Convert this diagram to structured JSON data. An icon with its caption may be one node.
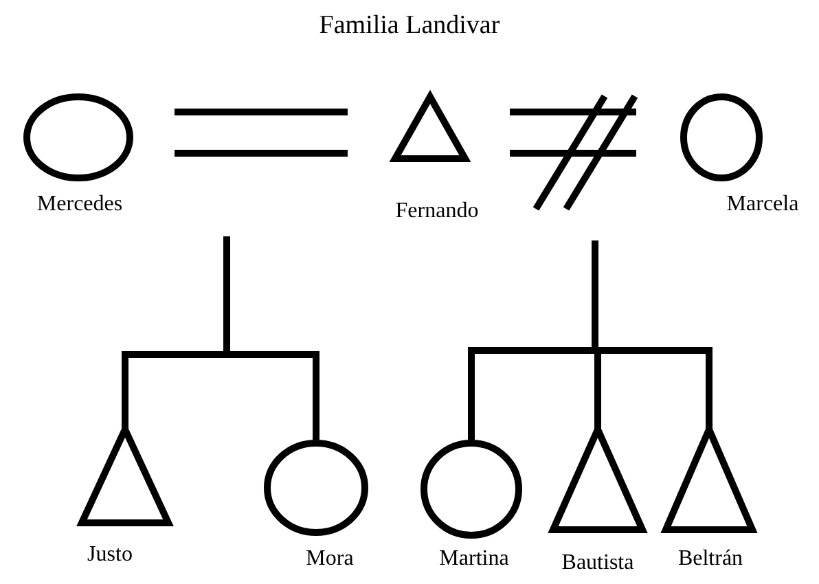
{
  "diagram": {
    "title": "Familia Landivar",
    "nodes": [
      {
        "text": [],
        "shape": "circle",
        "beside": [
          "Mercedes"
        ]
      },
      {
        "text": [],
        "shape": "triangle",
        "beside": [
          "Fernando"
        ]
      },
      {
        "text": [],
        "shape": "circle",
        "beside": [
          "Marcela"
        ]
      },
      {
        "text": [],
        "shape": "triangle",
        "beside": [
          "Justo"
        ]
      },
      {
        "text": [],
        "shape": "circle",
        "beside": [
          "Mora"
        ]
      },
      {
        "text": [],
        "shape": "circle",
        "beside": [
          "Martina"
        ]
      },
      {
        "text": [],
        "shape": "triangle",
        "beside": [
          "Bautista"
        ]
      },
      {
        "text": [],
        "shape": "triangle",
        "beside": [
          "Beltrán"
        ]
      }
    ],
    "edges": [
      {
        "from": 0,
        "to": 1,
        "arrow": "none"
      },
      {
        "from": 1,
        "to": 2,
        "arrow": "none"
      },
      {
        "from": null,
        "to": 3,
        "arrow": "none"
      },
      {
        "from": null,
        "to": 4,
        "arrow": "none"
      },
      {
        "from": null,
        "to": 5,
        "arrow": "none"
      },
      {
        "from": null,
        "to": 6,
        "arrow": "none"
      },
      {
        "from": null,
        "to": 7,
        "arrow": "none"
      }
    ]
  }
}
